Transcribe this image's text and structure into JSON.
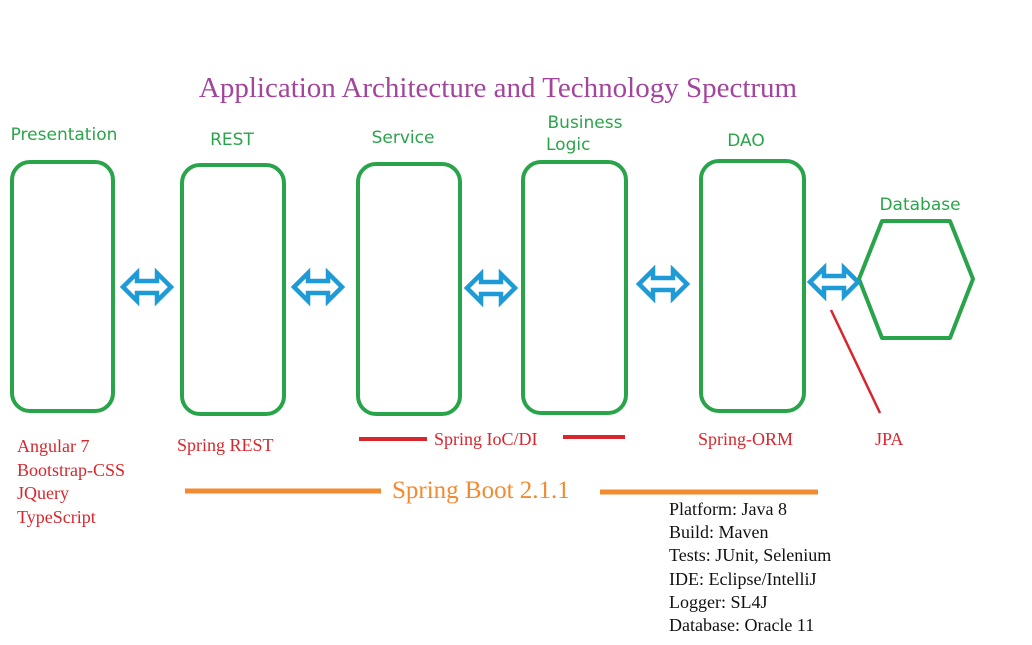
{
  "title": "Application Architecture and Technology Spectrum",
  "layers": {
    "presentation": "Presentation",
    "rest": "REST",
    "service": "Service",
    "business_logic": [
      "Business",
      "Logic"
    ],
    "dao": "DAO",
    "database": "Database"
  },
  "technologies": {
    "presentation": [
      "Angular 7",
      "Bootstrap-CSS",
      "JQuery",
      "TypeScript"
    ],
    "rest": "Spring REST",
    "service_business": "Spring IoC/DI",
    "dao": "Spring-ORM",
    "database": "JPA",
    "spanning": "Spring Boot 2.1.1"
  },
  "platform_info": [
    "Platform: Java 8",
    "Build: Maven",
    "Tests: JUnit, Selenium",
    "IDE: Eclipse/IntelliJ",
    "Logger: SL4J",
    "Database: Oracle 11"
  ],
  "colors": {
    "title": "#a3459c",
    "layer": "#2aa44a",
    "arrow": "#1e9ad6",
    "technology": "#d8262d",
    "spring_boot": "#f28a30",
    "info": "#111111"
  }
}
